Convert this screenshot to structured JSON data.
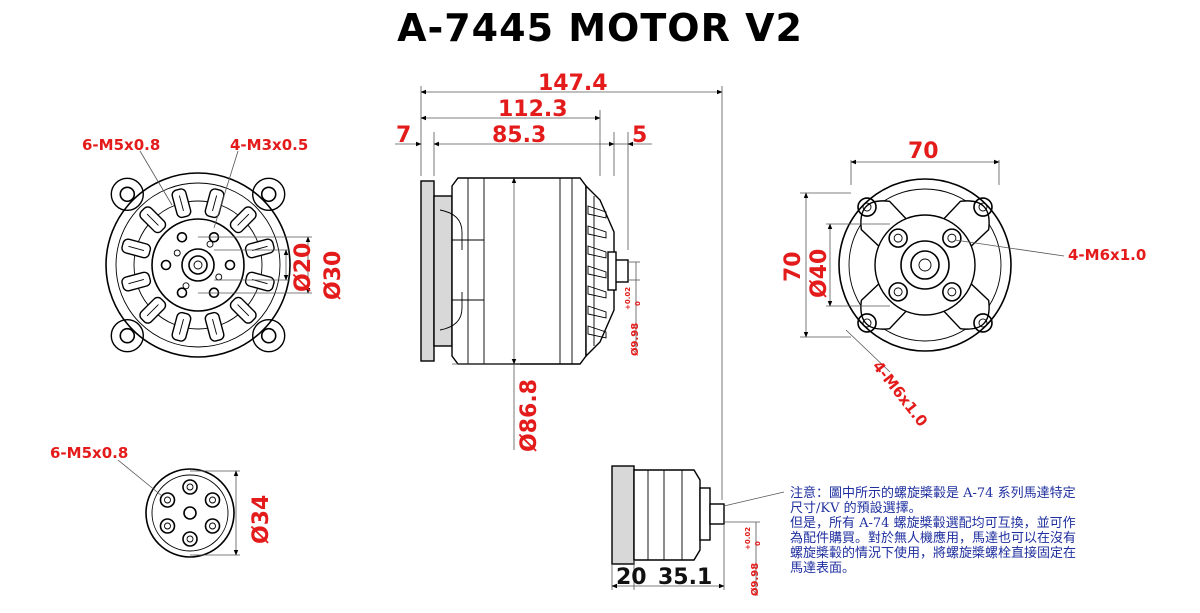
{
  "title": "A-7445 MOTOR V2",
  "dimensions": {
    "overall_length": "147.4",
    "body_length": "112.3",
    "stator_length": "85.3",
    "flange_thickness": "7",
    "shaft_offset": "5",
    "body_diameter": "Ø86.8",
    "shaft_diameter": "Ø9.98",
    "shaft_tolerance_upper": "+0.02",
    "shaft_tolerance_lower": "0",
    "front_inner_diameter": "Ø20",
    "front_outer_diameter": "Ø30",
    "mount_span": "70",
    "mount_height": "70",
    "mount_inner_diameter": "Ø40",
    "hub_diameter": "Ø34",
    "hub_length": "20",
    "hub_shaft_length": "35.1",
    "hub_shaft_diameter": "Ø9.98"
  },
  "callouts": {
    "front_thread_a": "6-M5x0.8",
    "front_thread_b": "4-M3x0.5",
    "mount_thread_a": "4-M6x1.0",
    "mount_thread_b": "4-M6x1.0",
    "hub_thread": "6-M5x0.8"
  },
  "colors": {
    "dimension": "#e41b1b",
    "note": "#1f2f9f",
    "line": "#000000"
  },
  "note_lines": [
    "注意：圖中所示的螺旋槳轂是 A-74 系列馬達特定",
    "尺寸/KV 的預設選擇。",
    "但是，所有 A-74 螺旋槳轂選配均可互換，並可作",
    "為配件購買。對於無人機應用，馬達也可以在沒有",
    "螺旋槳轂的情況下使用，將螺旋槳螺栓直接固定在",
    "馬達表面。"
  ]
}
